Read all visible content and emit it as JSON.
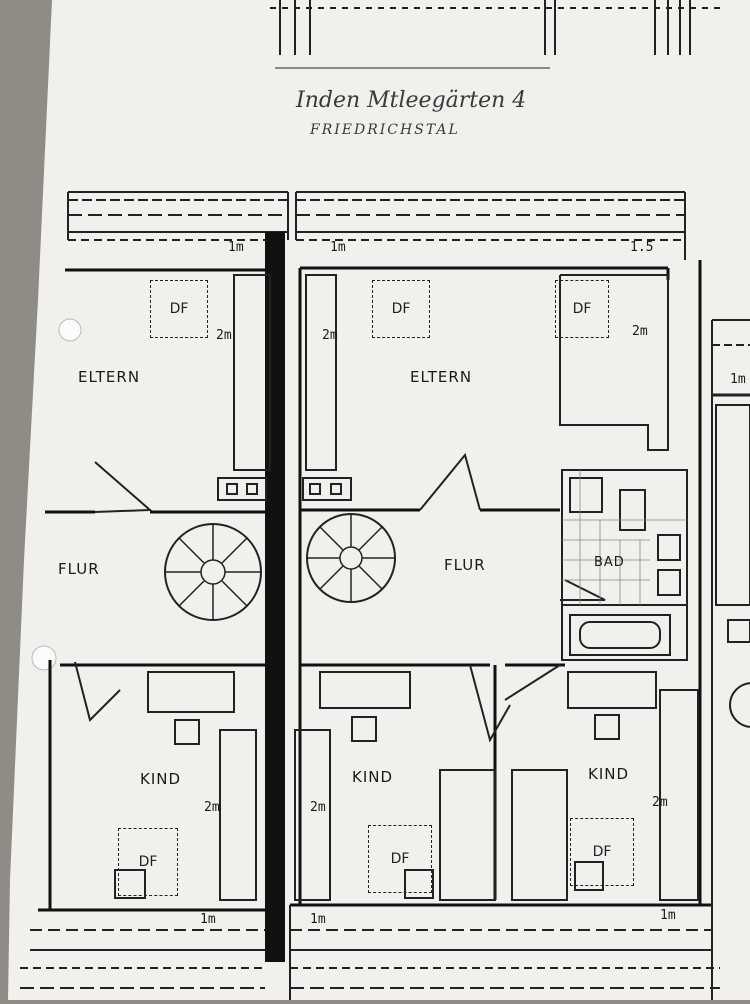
{
  "header": {
    "address": "Inden Mtleegärten 4",
    "town": "FRIEDRICHSTAL"
  },
  "rooms": {
    "eltern_left": "ELTERN",
    "eltern_mid": "ELTERN",
    "flur_left": "FLUR",
    "flur_mid": "FLUR",
    "bad": "BAD",
    "kind_left": "KIND",
    "kind_mid": "KIND",
    "kind_right": "KIND"
  },
  "windows": {
    "df": "DF"
  },
  "dimensions": {
    "top_left": "1m",
    "top_mid": "1m",
    "top_right": "1.5",
    "eltern_left": "2m",
    "eltern_mid": "2m",
    "eltern_right": "2m",
    "kind_left": "2m",
    "kind_mid": "2m",
    "kind_right": "2m",
    "bottom_left": "1m",
    "bottom_mid": "1m",
    "bottom_right": "1m",
    "far_right": "1m"
  }
}
